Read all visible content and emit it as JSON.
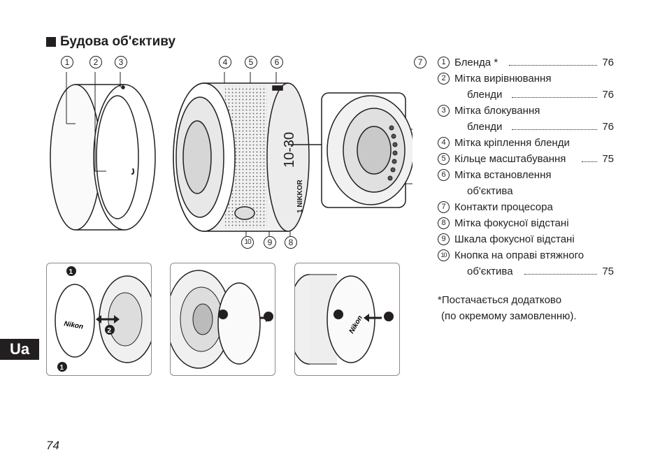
{
  "section": {
    "title": "Будова об'єктиву"
  },
  "diagram": {
    "callouts": [
      "1",
      "2",
      "3",
      "4",
      "5",
      "6",
      "7",
      "8",
      "9",
      "10"
    ],
    "lens_marking_zoom": "10-30",
    "lens_marking_brand": "1 NIKKOR",
    "cap_logo": "Nikon",
    "step_markers": [
      "1",
      "2"
    ]
  },
  "legend": [
    {
      "num": "1",
      "lines": [
        "Бленда *"
      ],
      "page": "76"
    },
    {
      "num": "2",
      "lines": [
        "Мітка вирівнювання",
        "бленди"
      ],
      "page": "76"
    },
    {
      "num": "3",
      "lines": [
        "Мітка блокування",
        "бленди"
      ],
      "page": "76"
    },
    {
      "num": "4",
      "lines": [
        "Мітка кріплення бленди"
      ],
      "page": ""
    },
    {
      "num": "5",
      "lines": [
        "Кільце масштабування"
      ],
      "page": "75"
    },
    {
      "num": "6",
      "lines": [
        "Мітка встановлення",
        "об'єктива"
      ],
      "page": ""
    },
    {
      "num": "7",
      "lines": [
        "Контакти процесора"
      ],
      "page": ""
    },
    {
      "num": "8",
      "lines": [
        "Мітка фокусної відстані"
      ],
      "page": ""
    },
    {
      "num": "9",
      "lines": [
        "Шкала фокусної відстані"
      ],
      "page": ""
    },
    {
      "num": "10",
      "lines": [
        "Кнопка на оправі втяжного",
        "об'єктива"
      ],
      "page": "75"
    }
  ],
  "note": [
    "*Постачається додатково",
    "(по окремому замовленню)."
  ],
  "tab": {
    "label": "Ua"
  },
  "page_number": "74"
}
